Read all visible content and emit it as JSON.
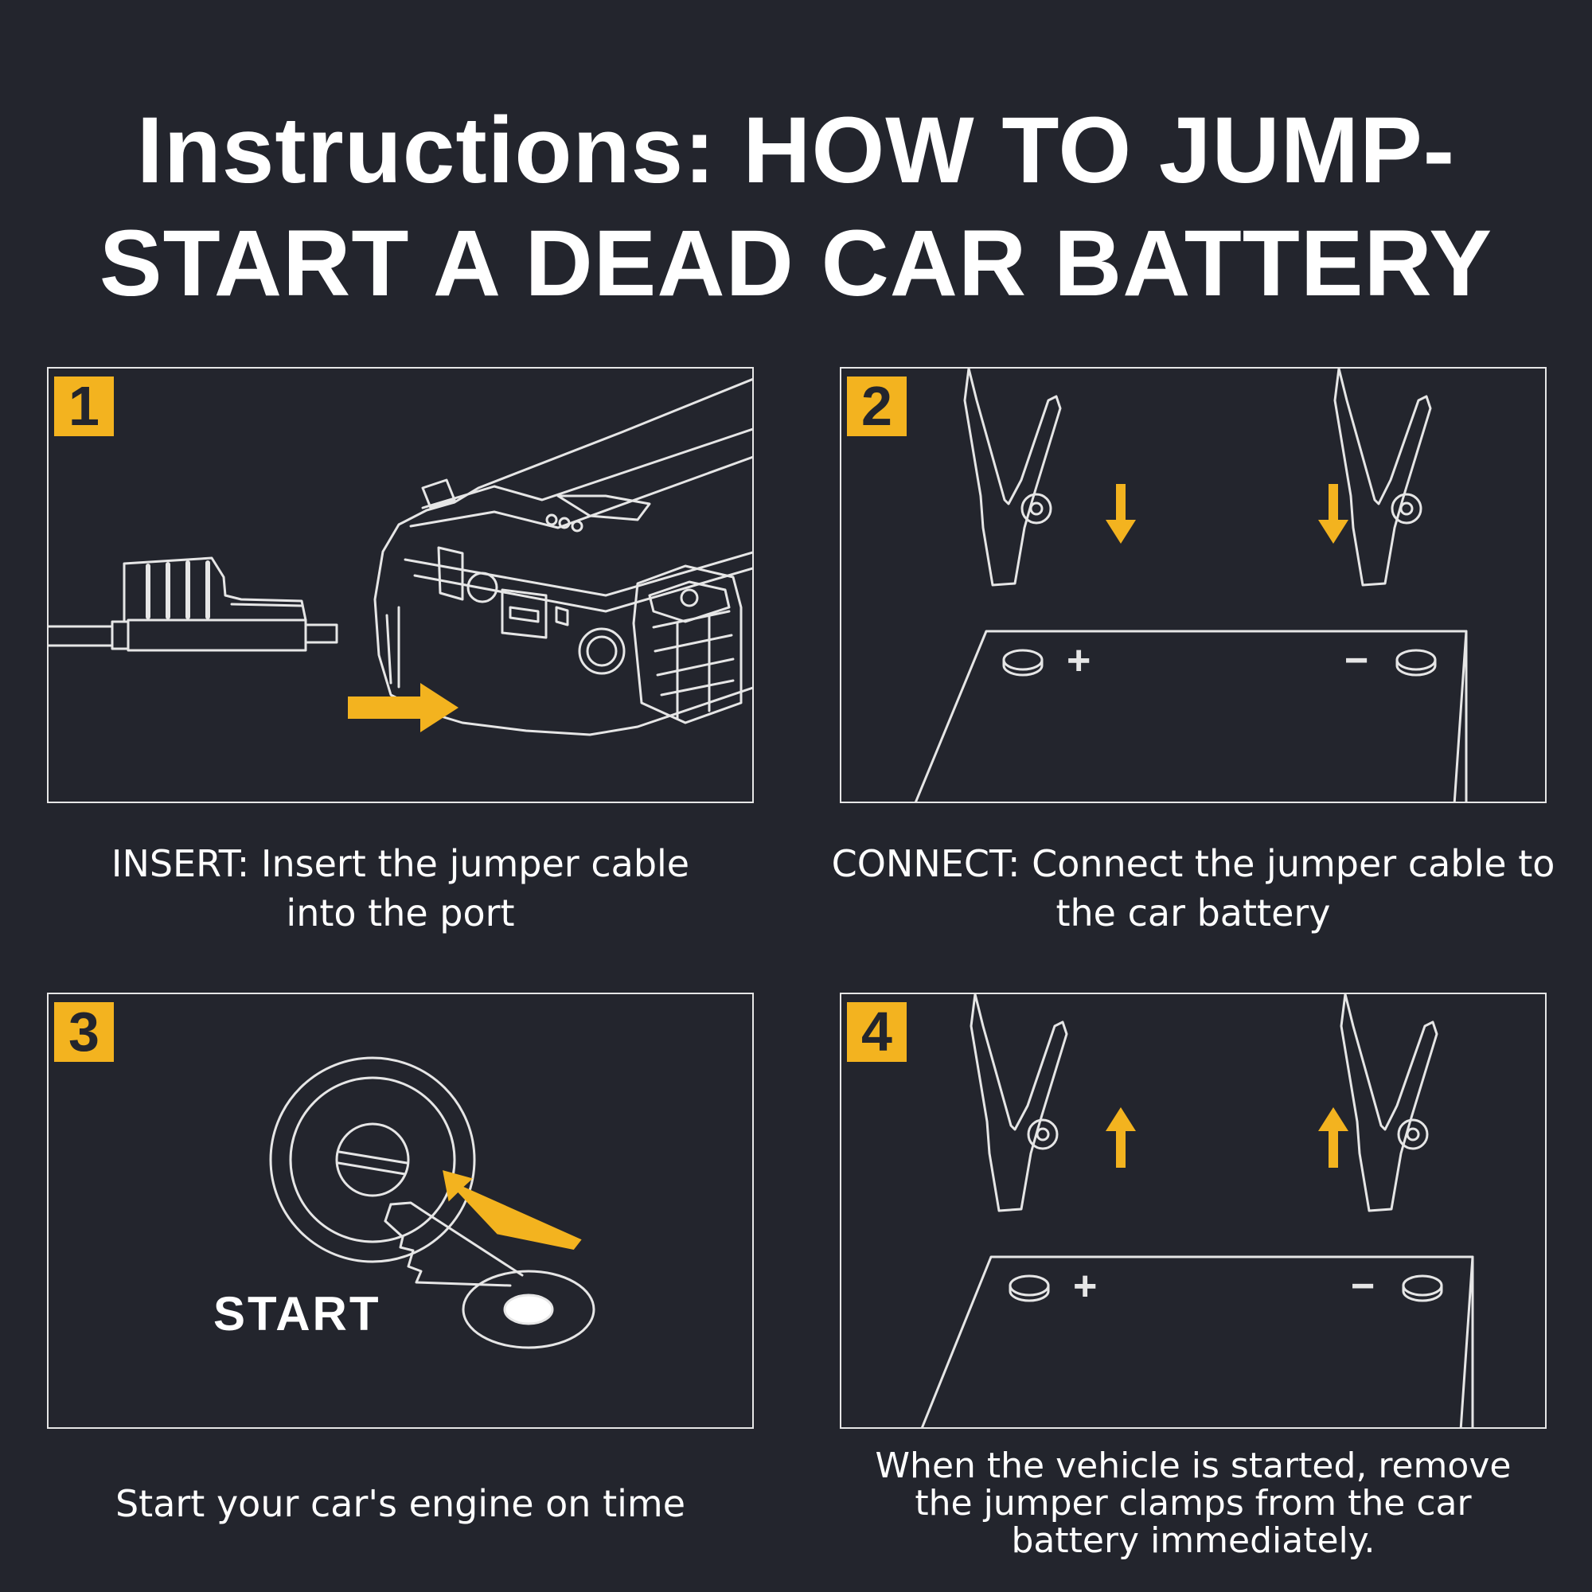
{
  "title": {
    "line1": "Instructions: HOW TO JUMP-",
    "line2": "START A DEAD CAR BATTERY"
  },
  "colors": {
    "background": "#23252d",
    "accent": "#f3b31f",
    "line": "#e6e6e6"
  },
  "steps": [
    {
      "number": "1",
      "caption_lines": [
        "INSERT: Insert the jumper cable",
        "into the port"
      ],
      "icons": [
        "jumper-cable-connector-icon",
        "jump-starter-device-icon",
        "arrow-right-icon"
      ]
    },
    {
      "number": "2",
      "caption_lines": [
        "CONNECT: Connect the jumper cable to",
        "the car battery"
      ],
      "battery": {
        "positive": "+",
        "negative": "−"
      },
      "icons": [
        "clamp-icon",
        "arrow-down-icon",
        "battery-icon"
      ]
    },
    {
      "number": "3",
      "caption_lines": [
        "Start your car's engine on time"
      ],
      "ignition_label": "START",
      "icons": [
        "ignition-switch-icon",
        "car-key-icon",
        "arrow-up-left-icon"
      ]
    },
    {
      "number": "4",
      "caption_lines": [
        "When the vehicle is started, remove",
        "the jumper clamps from the car",
        "battery immediately."
      ],
      "battery": {
        "positive": "+",
        "negative": "−"
      },
      "icons": [
        "clamp-icon",
        "arrow-up-icon",
        "battery-icon"
      ]
    }
  ]
}
